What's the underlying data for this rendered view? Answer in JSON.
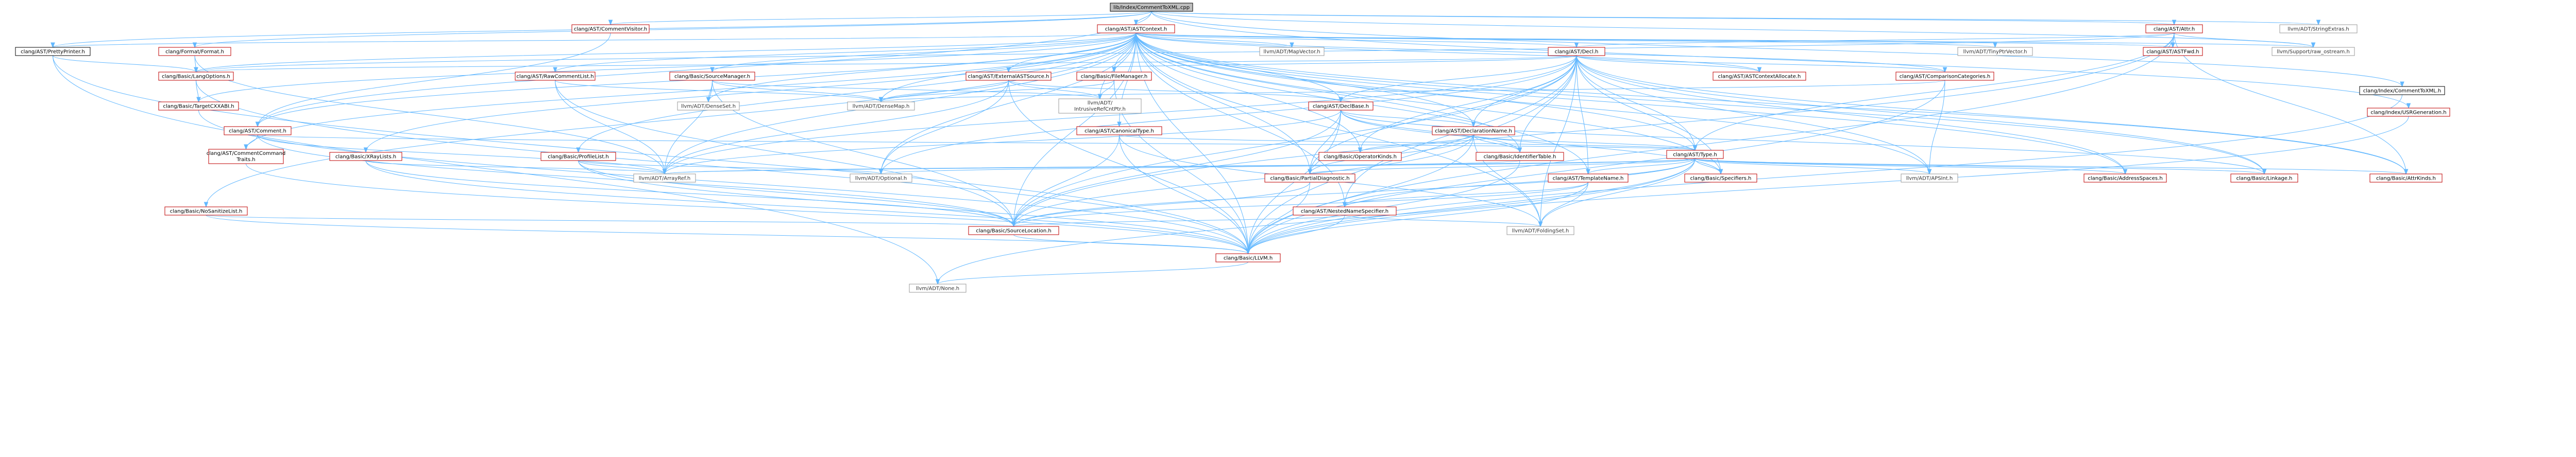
{
  "diagram": {
    "nodes": [
      {
        "id": "root",
        "label": "lib/Index/CommentToXML.cpp",
        "style": "root"
      },
      {
        "id": "commentvisitor",
        "label": "clang/AST/CommentVisitor.h",
        "style": "red"
      },
      {
        "id": "astcontext",
        "label": "clang/AST/ASTContext.h",
        "style": "red"
      },
      {
        "id": "attr",
        "label": "clang/AST/Attr.h",
        "style": "red"
      },
      {
        "id": "stringextras",
        "label": "llvm/ADT/StringExtras.h",
        "style": "plain"
      },
      {
        "id": "prettyprinter",
        "label": "clang/AST/PrettyPrinter.h",
        "style": "black"
      },
      {
        "id": "formatformat",
        "label": "clang/Format/Format.h",
        "style": "red"
      },
      {
        "id": "decl",
        "label": "clang/AST/Decl.h",
        "style": "red"
      },
      {
        "id": "mapvector",
        "label": "llvm/ADT/MapVector.h",
        "style": "plain"
      },
      {
        "id": "tinyptrvector",
        "label": "llvm/ADT/TinyPtrVector.h",
        "style": "plain"
      },
      {
        "id": "asttfwd",
        "label": "clang/AST/ASTFwd.h",
        "style": "red"
      },
      {
        "id": "rawostream",
        "label": "llvm/Support/raw_ostream.h",
        "style": "plain"
      },
      {
        "id": "langoptions",
        "label": "clang/Basic/LangOptions.h",
        "style": "red"
      },
      {
        "id": "rawcommentlist",
        "label": "clang/AST/RawCommentList.h",
        "style": "red"
      },
      {
        "id": "sourcemanager",
        "label": "clang/Basic/SourceManager.h",
        "style": "red"
      },
      {
        "id": "filemanager",
        "label": "clang/Basic/FileManager.h",
        "style": "red"
      },
      {
        "id": "externalastsource",
        "label": "clang/AST/ExternalASTSource.h",
        "style": "red"
      },
      {
        "id": "astcontextallocate",
        "label": "clang/AST/ASTContextAllocate.h",
        "style": "red"
      },
      {
        "id": "comparisoncategories",
        "label": "clang/AST/ComparisonCategories.h",
        "style": "red"
      },
      {
        "id": "commentxml",
        "label": "clang/Index/CommentToXML.h",
        "style": "black"
      },
      {
        "id": "usrgeneration",
        "label": "clang/Index/USRGeneration.h",
        "style": "red"
      },
      {
        "id": "targetcxxabi",
        "label": "clang/Basic/TargetCXXABI.h",
        "style": "red"
      },
      {
        "id": "densemap",
        "label": "llvm/ADT/DenseMap.h",
        "style": "plain"
      },
      {
        "id": "denseset",
        "label": "llvm/ADT/DenseSet.h",
        "style": "plain"
      },
      {
        "id": "intrusiverefcntptr",
        "label": "llvm/ADT/IntrusiveRefCntPtr.h",
        "style": "plain"
      },
      {
        "id": "declbase",
        "label": "clang/AST/DeclBase.h",
        "style": "red"
      },
      {
        "id": "comment",
        "label": "clang/AST/Comment.h",
        "style": "red"
      },
      {
        "id": "canonicaltype",
        "label": "clang/AST/CanonicalType.h",
        "style": "red"
      },
      {
        "id": "declarationname",
        "label": "clang/AST/DeclarationName.h",
        "style": "red"
      },
      {
        "id": "commentcommandtraits",
        "label": "clang/AST/CommentCommand Traits.h",
        "style": "red"
      },
      {
        "id": "xraylists",
        "label": "clang/Basic/XRayLists.h",
        "style": "red"
      },
      {
        "id": "profilelist",
        "label": "clang/Basic/ProfileList.h",
        "style": "red"
      },
      {
        "id": "operatorkinds",
        "label": "clang/Basic/OperatorKinds.h",
        "style": "red"
      },
      {
        "id": "identifiertable",
        "label": "clang/Basic/IdentifierTable.h",
        "style": "red"
      },
      {
        "id": "type",
        "label": "clang/AST/Type.h",
        "style": "red"
      },
      {
        "id": "arrayref",
        "label": "llvm/ADT/ArrayRef.h",
        "style": "plain"
      },
      {
        "id": "optional",
        "label": "llvm/ADT/Optional.h",
        "style": "plain"
      },
      {
        "id": "partialdiagnostic",
        "label": "clang/Basic/PartialDiagnostic.h",
        "style": "red"
      },
      {
        "id": "templatename",
        "label": "clang/AST/TemplateName.h",
        "style": "red"
      },
      {
        "id": "specifiers",
        "label": "clang/Basic/Specifiers.h",
        "style": "red"
      },
      {
        "id": "apsint",
        "label": "llvm/ADT/APSInt.h",
        "style": "plain"
      },
      {
        "id": "addressspaces",
        "label": "clang/Basic/AddressSpaces.h",
        "style": "red"
      },
      {
        "id": "linkage",
        "label": "clang/Basic/Linkage.h",
        "style": "red"
      },
      {
        "id": "astkinds",
        "label": "clang/Basic/AttrKinds.h",
        "style": "red"
      },
      {
        "id": "nosanitizelist",
        "label": "clang/Basic/NoSanitizeList.h",
        "style": "red"
      },
      {
        "id": "nestednamespecifier",
        "label": "clang/AST/NestedNameSpecifier.h",
        "style": "red"
      },
      {
        "id": "foldingset",
        "label": "llvm/ADT/FoldingSet.h",
        "style": "plain"
      },
      {
        "id": "sourcelocation",
        "label": "clang/Basic/SourceLocation.h",
        "style": "red"
      },
      {
        "id": "llvmh",
        "label": "clang/Basic/LLVM.h",
        "style": "red"
      },
      {
        "id": "none",
        "label": "llvm/ADT/None.h",
        "style": "plain"
      }
    ]
  }
}
